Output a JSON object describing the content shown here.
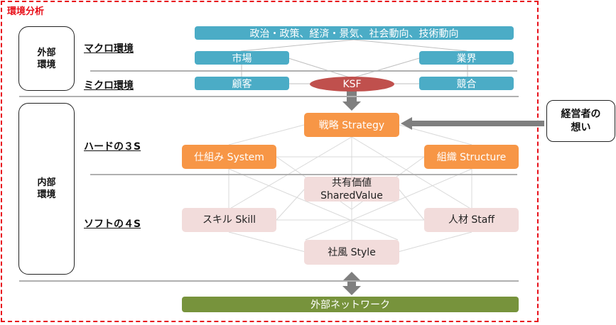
{
  "frame_title": "環境分析",
  "left_labels": {
    "external": "外部\n環境",
    "internal": "内部\n環境"
  },
  "categories": {
    "macro": "マクロ環境",
    "micro": "ミクロ環境",
    "hard": "ハードの３S",
    "soft": "ソフトの４S"
  },
  "external_boxes": {
    "macro_top": "政治・政策、経済・景気、社会動向、技術動向",
    "market": "市場",
    "industry": "業界",
    "customer": "顧客",
    "competitor": "競合",
    "ksf": "KSF"
  },
  "seven_s": {
    "strategy": "戦略 Strategy",
    "system": "仕組み System",
    "structure": "組織 Structure",
    "shared_value": "共有価値\nSharedValue",
    "skill": "スキル Skill",
    "staff": "人材 Staff",
    "style": "社風 Style"
  },
  "external_network": "外部ネットワーク",
  "owner_thoughts": "経営者の\n想い",
  "colors": {
    "frame": "#e8101a",
    "external_box": "#4bacc6",
    "ksf": "#c0504d",
    "hard_s": "#f79646",
    "soft_s": "#f2dcdb",
    "network": "#77933c",
    "arrow": "#7f7f7f"
  }
}
